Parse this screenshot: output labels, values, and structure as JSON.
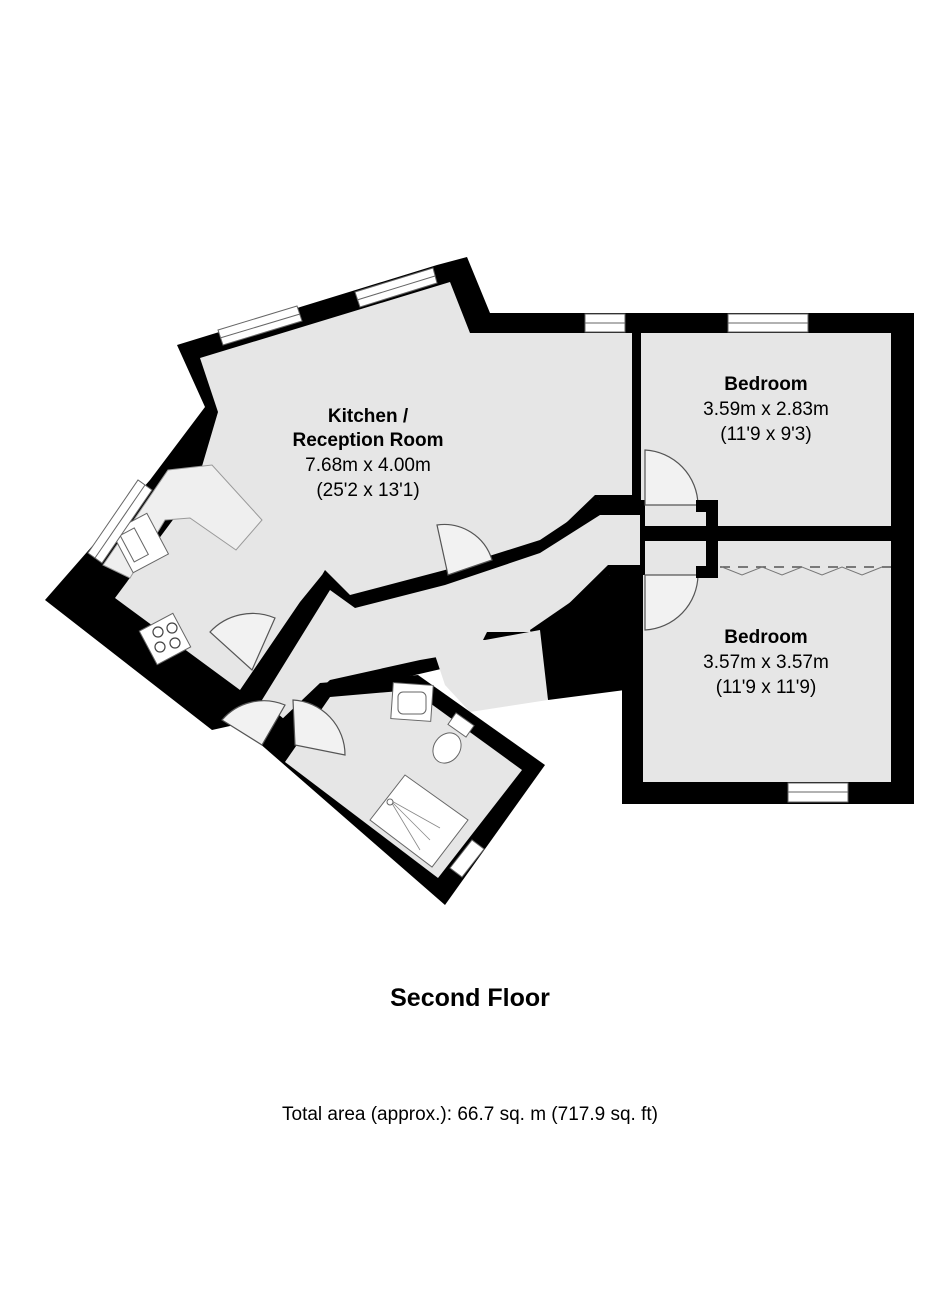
{
  "floor": {
    "title": "Second Floor",
    "total_area": "Total area (approx.): 66.7 sq. m (717.9 sq. ft)"
  },
  "rooms": [
    {
      "name_lines": [
        "Kitchen /",
        "Reception Room"
      ],
      "metric": "7.68m x 4.00m",
      "imperial": "(25'2 x 13'1)"
    },
    {
      "name_lines": [
        "Bedroom"
      ],
      "metric": "3.59m x 2.83m",
      "imperial": "(11'9 x 9'3)"
    },
    {
      "name_lines": [
        "Bedroom"
      ],
      "metric": "3.57m x 3.57m",
      "imperial": "(11'9 x 11'9)"
    }
  ],
  "colors": {
    "wall": "#000000",
    "floor": "#e6e6e6",
    "background": "#ffffff",
    "fixture_line": "#666666"
  },
  "icons": [
    "sink-icon",
    "hob-icon",
    "toilet-icon",
    "shower-icon",
    "window-icon",
    "door-icon",
    "wardrobe-icon"
  ]
}
